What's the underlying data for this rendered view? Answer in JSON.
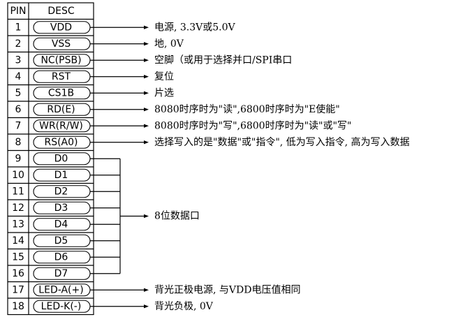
{
  "header": {
    "pin": "PIN",
    "desc": "DESC"
  },
  "pins": [
    {
      "pin": "1",
      "desc": "VDD",
      "note": "电源, 3.3V或5.0V"
    },
    {
      "pin": "2",
      "desc": "VSS",
      "note": "地, 0V"
    },
    {
      "pin": "3",
      "desc": "NC(PSB)",
      "note": "空脚（或用于选择并口/SPI串口"
    },
    {
      "pin": "4",
      "desc": "RST",
      "note": "复位"
    },
    {
      "pin": "5",
      "desc": "CS1B",
      "note": "片选"
    },
    {
      "pin": "6",
      "desc": "RD(E)",
      "note": "8080时序时为\"读\",6800时序时为\"E使能\""
    },
    {
      "pin": "7",
      "desc": "WR(R/W)",
      "note": "8080时序时为\"写\",6800时序时为\"读\"或\"写\""
    },
    {
      "pin": "8",
      "desc": "RS(A0)",
      "note": "选择写入的是\"数据\"或\"指令\", 低为写入指令, 高为写入数据"
    },
    {
      "pin": "9",
      "desc": "D0"
    },
    {
      "pin": "10",
      "desc": "D1"
    },
    {
      "pin": "11",
      "desc": "D2"
    },
    {
      "pin": "12",
      "desc": "D3"
    },
    {
      "pin": "13",
      "desc": "D4"
    },
    {
      "pin": "14",
      "desc": "D5"
    },
    {
      "pin": "15",
      "desc": "D6"
    },
    {
      "pin": "16",
      "desc": "D7"
    },
    {
      "pin": "17",
      "desc": "LED-A(+)",
      "note": "背光正极电源, 与VDD电压值相同"
    },
    {
      "pin": "18",
      "desc": "LED-K(-)",
      "note": "背光负极, 0V"
    }
  ],
  "data_bus_note": "8位数据口"
}
